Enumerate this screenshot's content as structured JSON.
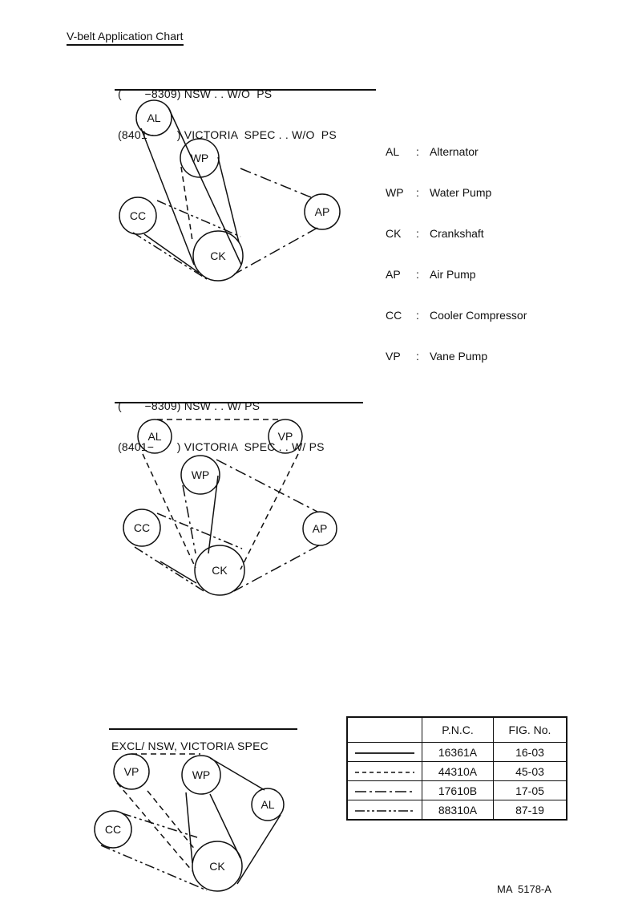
{
  "title": "V-belt Application Chart",
  "sections": [
    {
      "header_line1": "(       −8309) NSW . . W/O  PS",
      "header_line2": "(8401−       ) VICTORIA  SPEC . . W/O  PS"
    },
    {
      "header_line1": "(       −8309) NSW . . W/ PS",
      "header_line2": "(8401−       ) VICTORIA  SPEC . . W/ PS"
    },
    {
      "header_line1": "EXCL/ NSW, VICTORIA SPEC"
    }
  ],
  "legend": [
    {
      "code": "AL",
      "name": "Alternator"
    },
    {
      "code": "WP",
      "name": "Water Pump"
    },
    {
      "code": "CK",
      "name": "Crankshaft"
    },
    {
      "code": "AP",
      "name": "Air Pump"
    },
    {
      "code": "CC",
      "name": "Cooler Compressor"
    },
    {
      "code": "VP",
      "name": "Vane Pump"
    }
  ],
  "pulleys": {
    "d1": {
      "al": "AL",
      "wp": "WP",
      "cc": "CC",
      "ap": "AP",
      "ck": "CK"
    },
    "d2": {
      "al": "AL",
      "vp": "VP",
      "wp": "WP",
      "cc": "CC",
      "ap": "AP",
      "ck": "CK"
    },
    "d3": {
      "vp": "VP",
      "wp": "WP",
      "al": "AL",
      "cc": "CC",
      "ck": "CK"
    }
  },
  "parts_table": {
    "headers": [
      "",
      "P.N.C.",
      "FIG. No."
    ],
    "rows": [
      {
        "line_style": "solid",
        "pnc": "16361A",
        "fig": "16-03"
      },
      {
        "line_style": "dashed",
        "pnc": "44310A",
        "fig": "45-03"
      },
      {
        "line_style": "dash-dot",
        "pnc": "17610B",
        "fig": "17-05"
      },
      {
        "line_style": "dash-dot-dot",
        "pnc": "88310A",
        "fig": "87-19"
      }
    ]
  },
  "doc_id": "MA  5178-A"
}
